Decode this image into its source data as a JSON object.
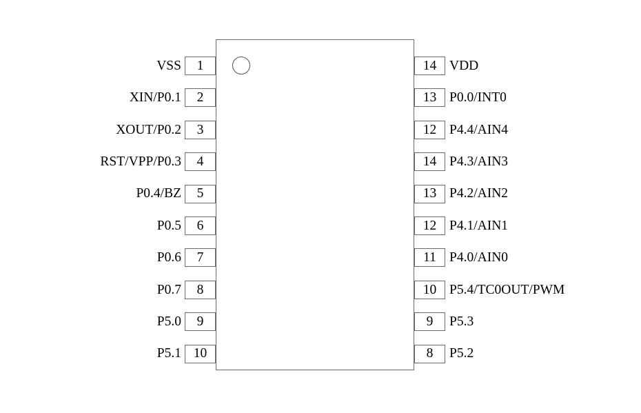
{
  "diagram": {
    "type": "ic-pinout",
    "package_outline": {
      "shape": "rectangle",
      "pin1_marker": "circle"
    },
    "colors": {
      "background": "#ffffff",
      "outline": "#6b6b6b",
      "text": "#000000"
    },
    "left_pins": [
      {
        "number": "1",
        "label": "VSS"
      },
      {
        "number": "2",
        "label": "XIN/P0.1"
      },
      {
        "number": "3",
        "label": "XOUT/P0.2"
      },
      {
        "number": "4",
        "label": "RST/VPP/P0.3"
      },
      {
        "number": "5",
        "label": "P0.4/BZ"
      },
      {
        "number": "6",
        "label": "P0.5"
      },
      {
        "number": "7",
        "label": "P0.6"
      },
      {
        "number": "8",
        "label": "P0.7"
      },
      {
        "number": "9",
        "label": "P5.0"
      },
      {
        "number": "10",
        "label": "P5.1"
      }
    ],
    "right_pins": [
      {
        "number": "14",
        "label": "VDD"
      },
      {
        "number": "13",
        "label": "P0.0/INT0"
      },
      {
        "number": "12",
        "label": "P4.4/AIN4"
      },
      {
        "number": "14",
        "label": "P4.3/AIN3"
      },
      {
        "number": "13",
        "label": "P4.2/AIN2"
      },
      {
        "number": "12",
        "label": "P4.1/AIN1"
      },
      {
        "number": "11",
        "label": "P4.0/AIN0"
      },
      {
        "number": "10",
        "label": "P5.4/TC0OUT/PWM"
      },
      {
        "number": "9",
        "label": "P5.3"
      },
      {
        "number": "8",
        "label": "P5.2"
      }
    ]
  }
}
